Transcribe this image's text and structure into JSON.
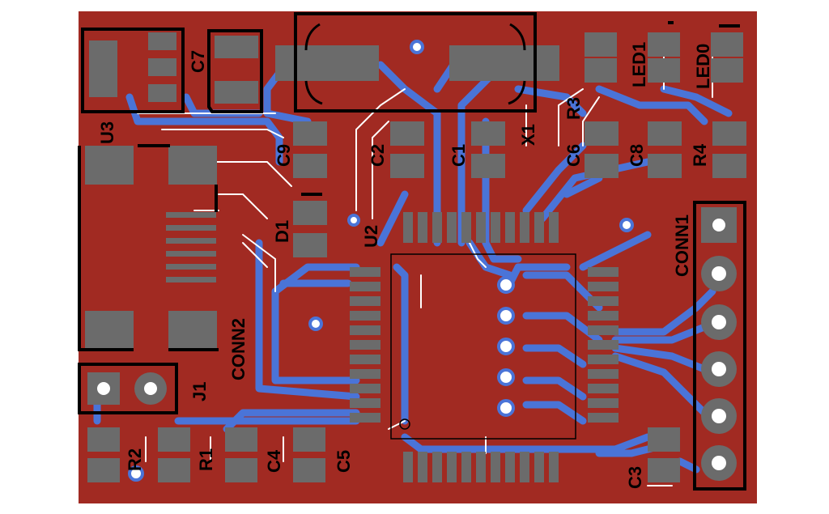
{
  "board": {
    "colors": {
      "background": "#ffffff",
      "copper_top": "#a12a22",
      "copper_bottom": "#4a74d8",
      "pad": "#6b6b6b",
      "silkscreen": "#000000",
      "via": "#ffffff",
      "outline": "#000000"
    }
  },
  "labels": {
    "u3": "U3",
    "c7": "C7",
    "x1": "X1",
    "r3": "R3",
    "led1": "LED1",
    "led0": "LED0",
    "c9": "C9",
    "c2": "C2",
    "c1": "C1",
    "c6": "C6",
    "c8": "C8",
    "r4": "R4",
    "d1": "D1",
    "u2": "U2",
    "conn1": "CONN1",
    "conn2": "CONN2",
    "j1": "J1",
    "r2": "R2",
    "r1": "R1",
    "c4": "C4",
    "c5": "C5",
    "c3": "C3"
  }
}
